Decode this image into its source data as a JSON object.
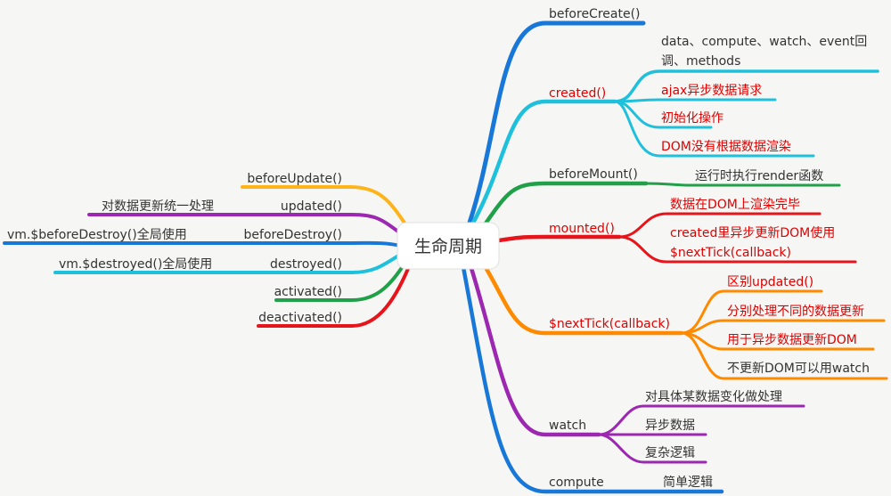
{
  "center": {
    "label": "生命周期"
  },
  "colors": {
    "blue": "#1878d8",
    "cyan": "#1ec0dc",
    "green": "#21a04a",
    "red": "#e6151b",
    "orange": "#ff8a00",
    "purple": "#9c27b0",
    "yellow": "#ffb31a",
    "text": "#333333",
    "accent_text": "#e00000"
  },
  "right_branches": {
    "before_create": {
      "label": "beforeCreate()"
    },
    "created": {
      "label": "created()",
      "children": [
        {
          "line1": "data、compute、watch、event回",
          "line2": "调、methods"
        },
        {
          "label": "ajax异步数据请求"
        },
        {
          "label": "初始化操作"
        },
        {
          "label": "DOM没有根据数据渲染"
        }
      ]
    },
    "before_mount": {
      "label": "beforeMount()",
      "child": "运行时执行render函数"
    },
    "mounted": {
      "label": "mounted()",
      "children": [
        {
          "label": "数据在DOM上渲染完毕"
        },
        {
          "line1": "created里异步更新DOM使用",
          "line2": "$nextTick(callback)"
        }
      ]
    },
    "next_tick": {
      "label": "$nextTick(callback)",
      "children": [
        {
          "label": "区别updated()"
        },
        {
          "label": "分别处理不同的数据更新"
        },
        {
          "label": "用于异步数据更新DOM"
        },
        {
          "label": "不更新DOM可以用watch"
        }
      ]
    },
    "watch": {
      "label": "watch",
      "children": [
        {
          "label": "对具体某数据变化做处理"
        },
        {
          "label": "异步数据"
        },
        {
          "label": "复杂逻辑"
        }
      ]
    },
    "compute": {
      "label": "compute",
      "child": "简单逻辑"
    }
  },
  "left_branches": {
    "before_update": {
      "label": "beforeUpdate()"
    },
    "updated": {
      "label": "updated()",
      "child": "对数据更新统一处理"
    },
    "before_destroy": {
      "label": "beforeDestroy()",
      "child": "vm.$beforeDestroy()全局使用"
    },
    "destroyed": {
      "label": "destroyed()",
      "child": "vm.$destroyed()全局使用"
    },
    "activated": {
      "label": "activated()"
    },
    "deactivated": {
      "label": "deactivated()"
    }
  }
}
